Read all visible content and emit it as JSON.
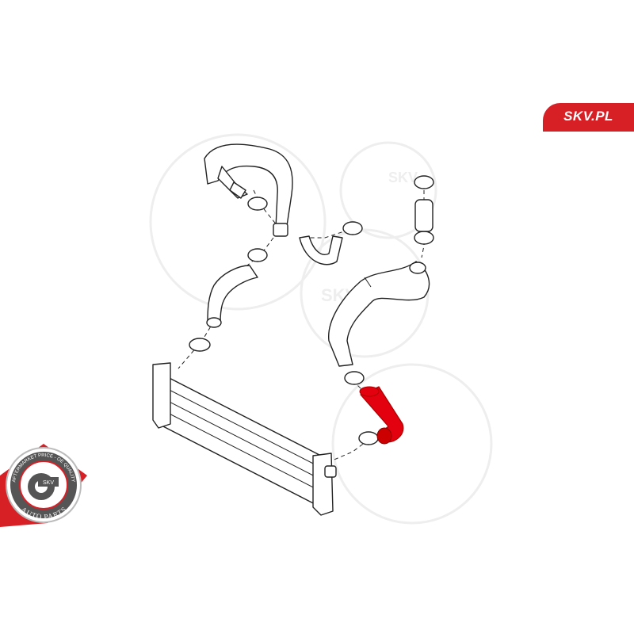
{
  "brand_badge": {
    "label": "SKV.PL",
    "color": "#d71f26"
  },
  "logo": {
    "top_text": "AFTERMARKET PRICE - OE QUALITY",
    "center_text": "SKV",
    "bottom_text": "AUTO PARTS"
  },
  "watermark": {
    "text": "SKV"
  },
  "highlight_color": "#e3000f"
}
